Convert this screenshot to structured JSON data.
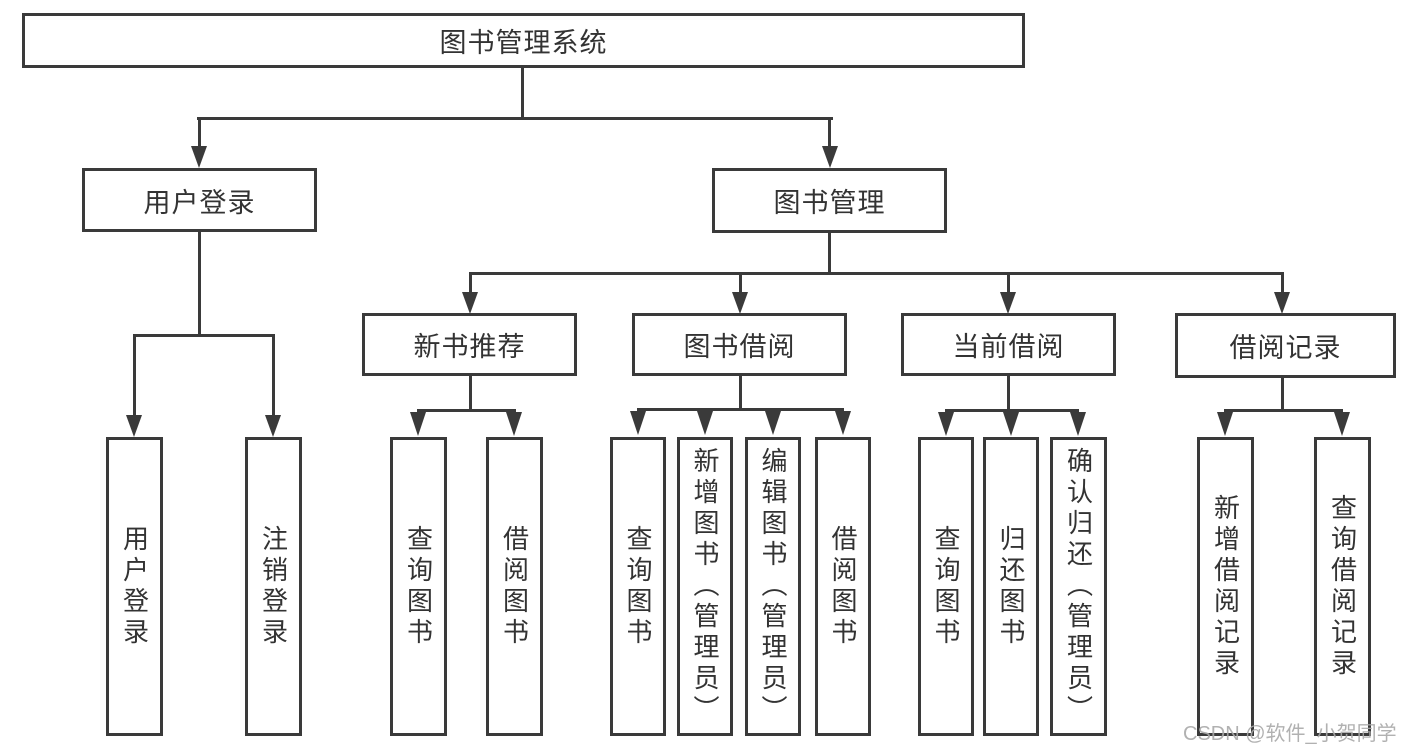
{
  "tree": {
    "label": "图书管理系统",
    "children": [
      {
        "label": "用户登录",
        "children": [
          {
            "label": "用户登录"
          },
          {
            "label": "注销登录"
          }
        ]
      },
      {
        "label": "图书管理",
        "children": [
          {
            "label": "新书推荐",
            "children": [
              {
                "label": "查询图书"
              },
              {
                "label": "借阅图书"
              }
            ]
          },
          {
            "label": "图书借阅",
            "children": [
              {
                "label": "查询图书"
              },
              {
                "label": "新增图书（管理员）"
              },
              {
                "label": "编辑图书（管理员）"
              },
              {
                "label": "借阅图书"
              }
            ]
          },
          {
            "label": "当前借阅",
            "children": [
              {
                "label": "查询图书"
              },
              {
                "label": "归还图书"
              },
              {
                "label": "确认归还（管理员）"
              }
            ]
          },
          {
            "label": "借阅记录",
            "children": [
              {
                "label": "新增借阅记录"
              },
              {
                "label": "查询借阅记录"
              }
            ]
          }
        ]
      }
    ]
  },
  "watermark": {
    "text": "CSDN @软件_小贺同学"
  },
  "colors": {
    "line": "#3a3a3a",
    "text": "#333333",
    "watermark": "#a9a9a9",
    "background": "#ffffff"
  }
}
